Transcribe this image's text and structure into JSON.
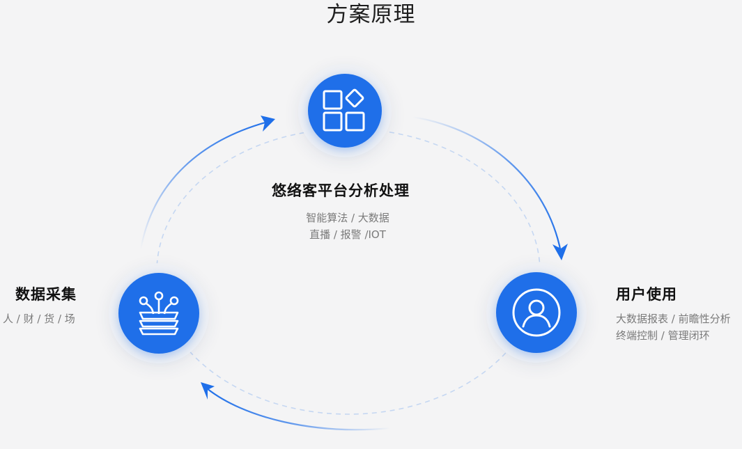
{
  "page": {
    "title": "方案原理"
  },
  "nodes": {
    "platform": {
      "icon": "app-grid-icon",
      "title": "悠络客平台分析处理",
      "desc": [
        "智能算法 / 大数据",
        "直播 / 报警 /IOT"
      ]
    },
    "collection": {
      "icon": "data-layers-icon",
      "title": "数据采集",
      "desc": [
        "人 / 财 / 货 / 场"
      ]
    },
    "usage": {
      "icon": "user-icon",
      "title": "用户使用",
      "desc": [
        "大数据报表 / 前瞻性分析",
        "终端控制 / 管理闭环"
      ]
    }
  },
  "colors": {
    "accent": "#1f6fe9",
    "node_bg": "#eef0f4",
    "dashed": "#c5d7f2",
    "page_bg": "#f4f4f5"
  }
}
